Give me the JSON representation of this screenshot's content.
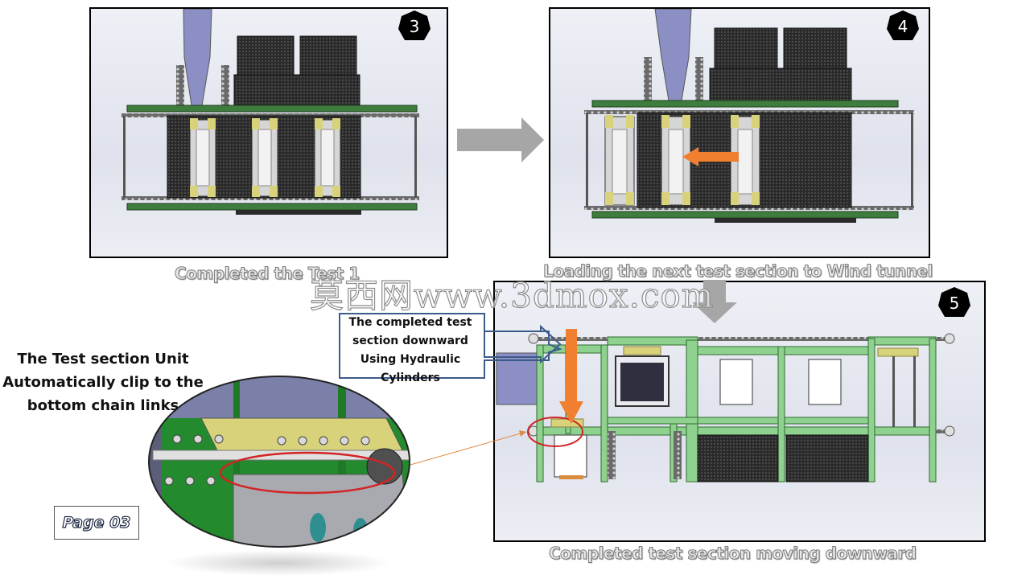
{
  "panels": [
    {
      "id": "panel-3",
      "badge": "3",
      "caption": "Completed the Test 1"
    },
    {
      "id": "panel-4",
      "badge": "4",
      "caption": "Loading the next test section to Wind tunnel"
    },
    {
      "id": "panel-5",
      "badge": "5",
      "caption": "Completed test section moving downward"
    }
  ],
  "callouts": {
    "completed_test_section": [
      "The completed test",
      "section downward",
      "Using Hydraulic",
      "Cylinders"
    ],
    "clip_to_chain": [
      "The Test section Unit",
      "Automatically clip to the",
      "bottom chain links"
    ]
  },
  "watermark": "莫西网www.3dmox.com",
  "page_label": "Page 03",
  "colors": {
    "frame_green": "#8fd18f",
    "plate_yellow": "#d8d27a",
    "push_arrow_orange": "#f07f30",
    "gray_arrow": "#a6a6a6",
    "duct_purple": "#8b8fc4",
    "highlight_red": "#d22424",
    "callout_border": "#3c5a8a"
  }
}
